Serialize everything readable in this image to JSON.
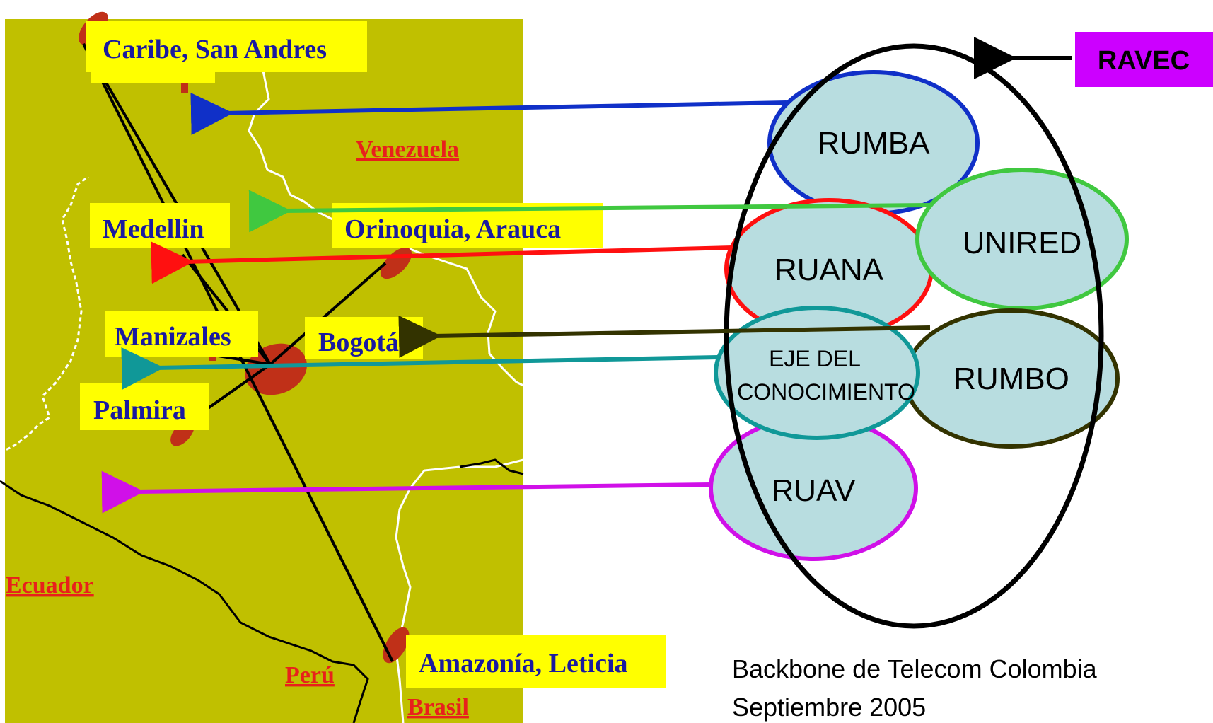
{
  "map": {
    "cities": [
      {
        "id": "caribe",
        "name": "Caribe, San Andres"
      },
      {
        "id": "medellin",
        "name": "Medellin"
      },
      {
        "id": "orinoquia",
        "name": "Orinoquia, Arauca"
      },
      {
        "id": "manizales",
        "name": "Manizales"
      },
      {
        "id": "bogota",
        "name": "Bogotá"
      },
      {
        "id": "palmira",
        "name": "Palmira"
      },
      {
        "id": "amazonia",
        "name": "Amazonía, Leticia"
      }
    ],
    "countries": [
      {
        "id": "venezuela",
        "name": "Venezuela"
      },
      {
        "id": "ecuador",
        "name": "Ecuador"
      },
      {
        "id": "peru",
        "name": "Perú"
      },
      {
        "id": "brasil",
        "name": "Brasil"
      }
    ]
  },
  "networks": [
    {
      "id": "rumba",
      "name": "RUMBA",
      "color": "#1030c8"
    },
    {
      "id": "unired",
      "name": "UNIRED",
      "color": "#40c840"
    },
    {
      "id": "ruana",
      "name": "RUANA",
      "color": "#ff1010"
    },
    {
      "id": "rumbo",
      "name": "RUMBO",
      "color": "#333300"
    },
    {
      "id": "eje",
      "name": "EJE DEL CONOCIMIENTO",
      "line1": "EJE DEL",
      "line2": "CONOCIMIENTO",
      "color": "#109898"
    },
    {
      "id": "ruav",
      "name": "RUAV",
      "color": "#d010e8"
    }
  ],
  "ravec": {
    "label": "RAVEC",
    "color": "#cc00ff"
  },
  "footer": {
    "line1": "Backbone de Telecom Colombia",
    "line2": "Septiembre 2005"
  },
  "colors": {
    "map_bg": "#c0c000",
    "label_bg": "#ffff00",
    "ellipse_fill": "#b8dde0",
    "node_red": "#c03018"
  }
}
